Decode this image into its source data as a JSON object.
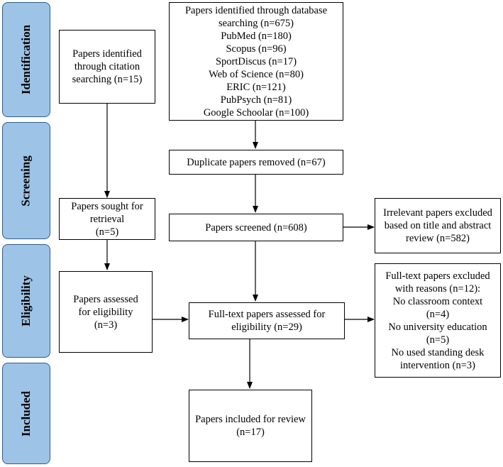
{
  "phases": {
    "identification": "Identification",
    "screening": "Screening",
    "eligibility": "Eligibility",
    "included": "Included"
  },
  "boxes": {
    "citation_search": [
      "Papers identified",
      "through citation",
      "searching (n=15)"
    ],
    "database_search": [
      "Papers identified through database",
      "searching (n=675)",
      "PubMed (n=180)",
      "Scopus (n=96)",
      "SportDiscus (n=17)",
      "Web of Science (n=80)",
      "ERIC (n=121)",
      "PubPsych (n=81)",
      "Google Schoolar (n=100)"
    ],
    "duplicates_removed": [
      "Duplicate papers removed (n=67)"
    ],
    "sought_retrieval": [
      "Papers sought for",
      "retrieval",
      "(n=5)"
    ],
    "screened": [
      "Papers screened (n=608)"
    ],
    "irrelevant_excluded": [
      "Irrelevant papers excluded",
      "based on title and abstract",
      "review (n=582)"
    ],
    "assessed_eligibility": [
      "Papers assessed",
      "for eligibility",
      "(n=3)"
    ],
    "fulltext_assessed": [
      "Full-text papers assessed for",
      "eligibility (n=29)"
    ],
    "fulltext_excluded": [
      "Full-text papers excluded",
      "with reasons (n=12):",
      "No classroom context",
      "(n=4)",
      "No university education",
      "(n=5)",
      "No used standing desk",
      "intervention (n=3)"
    ],
    "included_review": [
      "Papers  included for review",
      "(n=17)"
    ]
  },
  "colors": {
    "phase_fill": "#9dc3e6",
    "phase_border": "#2f5f8a",
    "box_border": "#000000"
  }
}
